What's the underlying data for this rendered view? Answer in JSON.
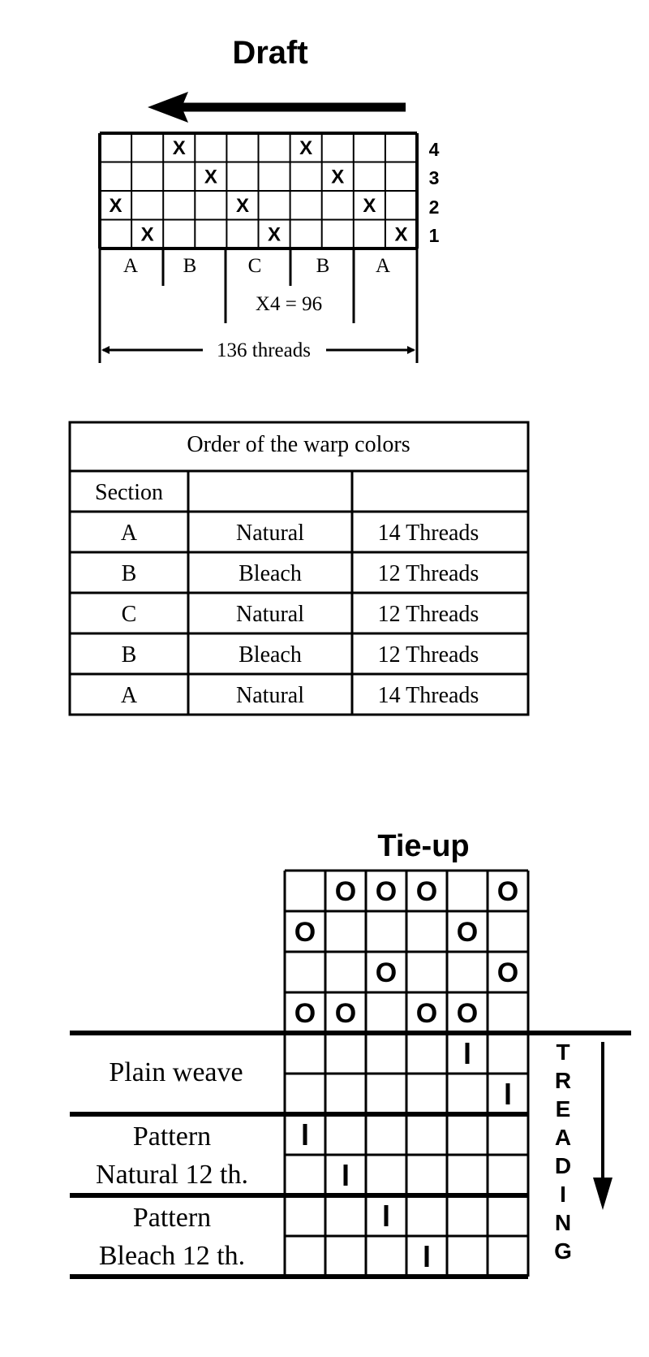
{
  "draft": {
    "title": "Draft",
    "shafts": [
      "4",
      "3",
      "2",
      "1"
    ],
    "threading_marks": [
      {
        "col": 1,
        "shaft": 2
      },
      {
        "col": 2,
        "shaft": 1
      },
      {
        "col": 3,
        "shaft": 4
      },
      {
        "col": 4,
        "shaft": 3
      },
      {
        "col": 5,
        "shaft": 2
      },
      {
        "col": 6,
        "shaft": 1
      },
      {
        "col": 7,
        "shaft": 4
      },
      {
        "col": 8,
        "shaft": 3
      },
      {
        "col": 9,
        "shaft": 2
      },
      {
        "col": 10,
        "shaft": 1
      }
    ],
    "mark_symbol": "X",
    "sections": [
      "A",
      "B",
      "C",
      "B",
      "A"
    ],
    "repeat_label": "X4 = 96",
    "total_label": "136 threads"
  },
  "warp_table": {
    "title": "Order of the warp colors",
    "headers": [
      "Section",
      "",
      ""
    ],
    "rows": [
      [
        "A",
        "Natural",
        "14 Threads"
      ],
      [
        "B",
        "Bleach",
        "12 Threads"
      ],
      [
        "C",
        "Natural",
        "12 Threads"
      ],
      [
        "B",
        "Bleach",
        "12 Threads"
      ],
      [
        "A",
        "Natural",
        "14 Threads"
      ]
    ]
  },
  "tieup": {
    "title": "Tie-up",
    "mark_symbol": "O",
    "rows": [
      [
        0,
        1,
        1,
        1,
        0,
        1
      ],
      [
        1,
        0,
        0,
        0,
        1,
        0
      ],
      [
        0,
        0,
        1,
        0,
        0,
        1
      ],
      [
        1,
        1,
        0,
        1,
        1,
        0
      ]
    ]
  },
  "treadling": {
    "label_letters": [
      "T",
      "R",
      "E",
      "A",
      "D",
      "I",
      "N",
      "G"
    ],
    "mark_symbol": "I",
    "groups": [
      {
        "label_lines": [
          "Plain weave"
        ],
        "marks": [
          5,
          6
        ]
      },
      {
        "label_lines": [
          "Pattern",
          "Natural 12 th."
        ],
        "marks": [
          1,
          2
        ]
      },
      {
        "label_lines": [
          "Pattern",
          "Bleach 12 th."
        ],
        "marks": [
          3,
          4
        ]
      }
    ]
  }
}
